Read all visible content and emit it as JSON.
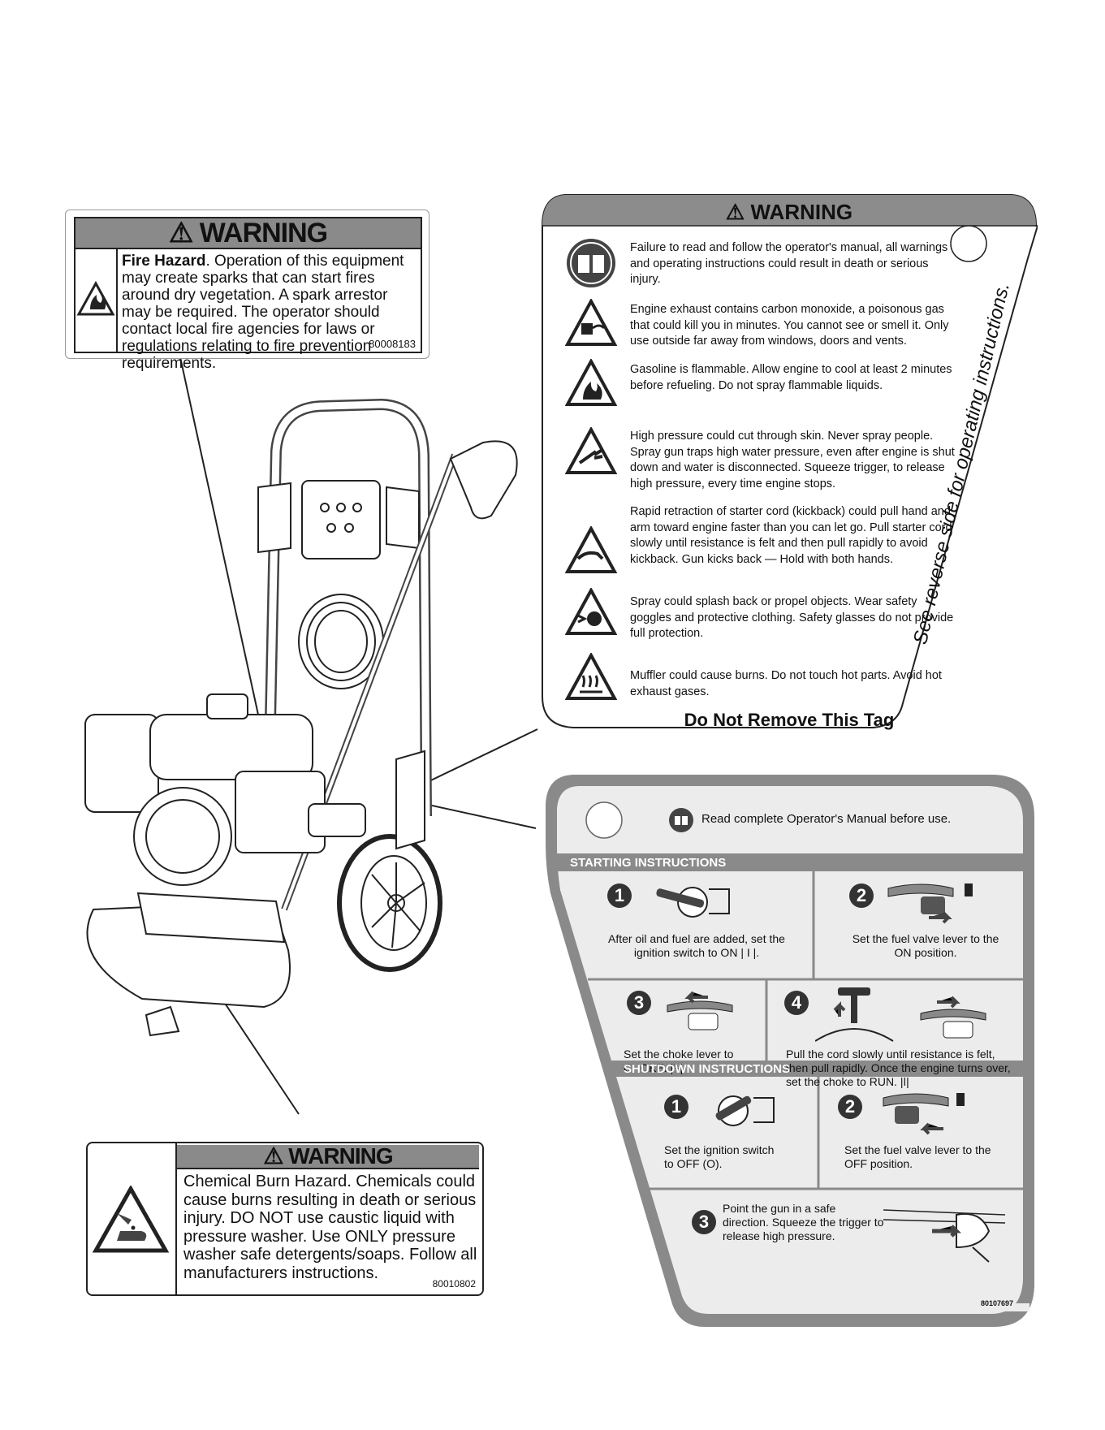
{
  "fire_label": {
    "header": "WARNING",
    "title": "Fire Hazard",
    "body": ". Operation of this equipment may create sparks that can start fires around dry vegetation. A spark arrestor may be required. The operator should contact local fire agencies for laws or regulations relating to fire prevention requirements.",
    "code": "80008183"
  },
  "warning_tag": {
    "header": "WARNING",
    "hazards": [
      {
        "icon": "manual-book-icon",
        "text": "Failure to read and follow the operator's manual, all warnings and operating instructions could result in death or serious injury."
      },
      {
        "icon": "carbon-monoxide-icon",
        "text": "Engine exhaust contains carbon monoxide, a poisonous gas that could kill you in minutes. You cannot see or smell it. Only use outside far away from windows, doors and vents."
      },
      {
        "icon": "fire-hazard-icon",
        "text": "Gasoline is flammable. Allow engine to cool at least 2 minutes before refueling. Do not spray flammable liquids."
      },
      {
        "icon": "high-pressure-injection-icon",
        "text": "High pressure could cut through skin. Never spray people. Spray gun traps high water pressure, even after engine is shut down and water is disconnected. Squeeze trigger, to release high pressure, every time engine stops."
      },
      {
        "icon": "kickback-icon",
        "text": "Rapid retraction of starter cord (kickback) could pull hand and arm toward engine faster than you can let go. Pull starter cord slowly until resistance is felt and then pull rapidly to avoid kickback. Gun kicks back — Hold with both hands."
      },
      {
        "icon": "eye-protection-icon",
        "text": "Spray could splash back or propel objects. Wear safety goggles and protective clothing. Safety glasses do not provide full protection."
      },
      {
        "icon": "hot-surface-icon",
        "text": "Muffler could cause burns. Do not touch hot parts. Avoid hot exhaust gases."
      }
    ],
    "footer": "Do Not Remove This Tag",
    "side_text": "See reverse side for operating instructions."
  },
  "instructions": {
    "read_manual": "Read complete Operator's Manual before use.",
    "starting_title": "STARTING INSTRUCTIONS",
    "starting_steps": [
      {
        "num": "1",
        "text": "After oil and fuel are added, set the ignition switch to ON | I |."
      },
      {
        "num": "2",
        "text": "Set the fuel valve lever to the ON position."
      },
      {
        "num": "3",
        "text": "Set the choke lever to CHOKE. |⍀|"
      },
      {
        "num": "4",
        "text": "Pull the cord slowly until resistance is felt, then pull rapidly. Once the engine turns over, set the choke to RUN. |ǀ|"
      }
    ],
    "shutdown_title": "SHUTDOWN INSTRUCTIONS",
    "shutdown_steps": [
      {
        "num": "1",
        "text": "Set the ignition switch to OFF (O)."
      },
      {
        "num": "2",
        "text": "Set the fuel valve lever to the OFF position."
      },
      {
        "num": "3",
        "text": "Point the gun in a safe direction. Squeeze the trigger to release high pressure."
      }
    ],
    "code": "80107697"
  },
  "chem_label": {
    "header": "WARNING",
    "body": "Chemical Burn Hazard. Chemicals could cause burns resulting in death or serious injury. DO NOT use caustic liquid with pressure washer. Use ONLY pressure washer safe detergents/soaps. Follow all manufacturers instructions.",
    "code": "80010802"
  }
}
